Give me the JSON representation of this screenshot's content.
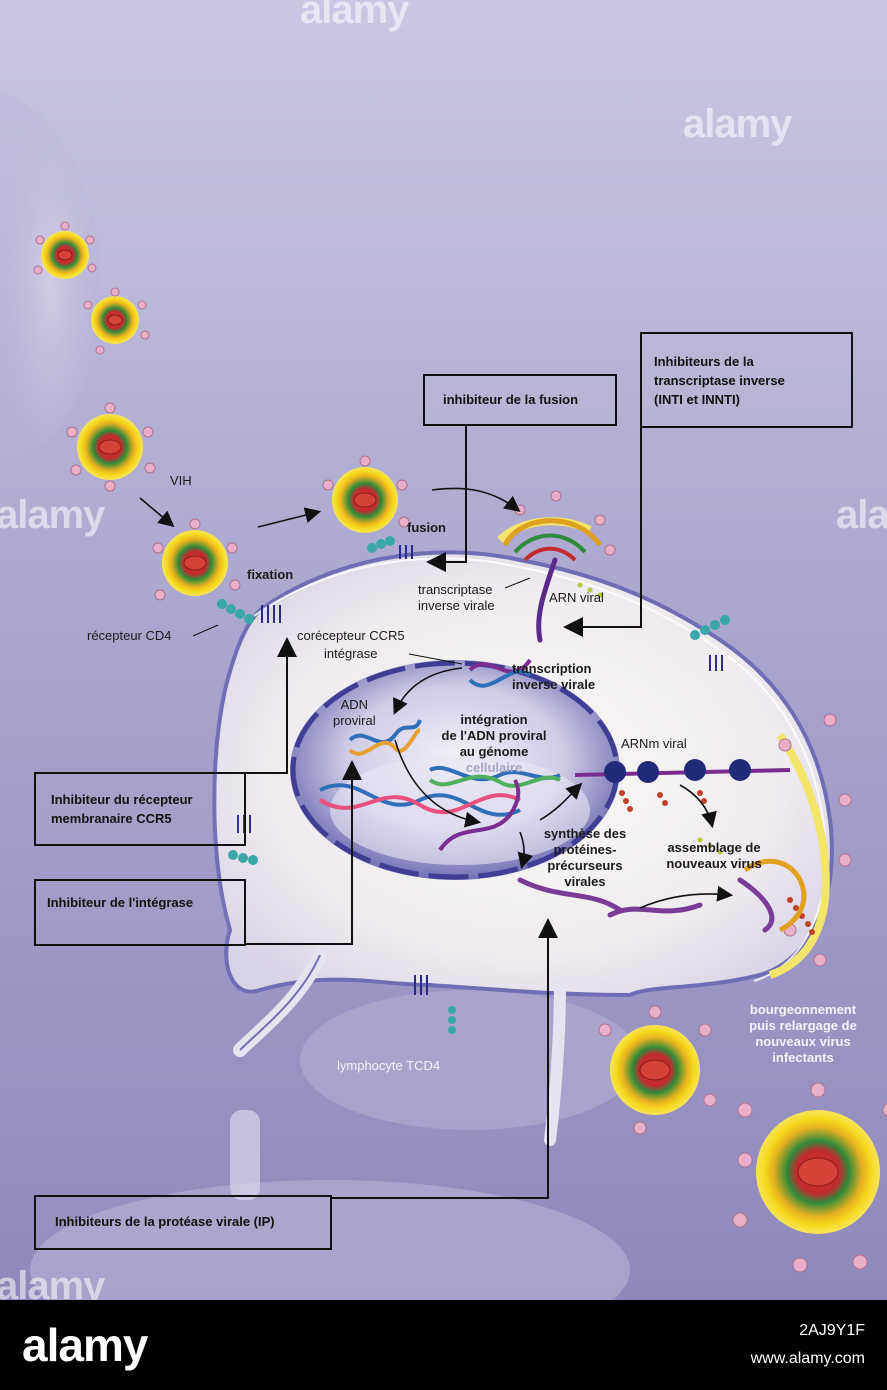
{
  "boxes": {
    "fusion_inhibitor": "inhibiteur de la fusion",
    "rt_inhibitor_line1": "Inhibiteurs de la",
    "rt_inhibitor_line2": "transcriptase inverse",
    "rt_inhibitor_line3": "(INTI et INNTI)",
    "ccr5_inhibitor_line1": "Inhibiteur du récepteur",
    "ccr5_inhibitor_line2": "membranaire CCR5",
    "integrase_inhibitor": "Inhibiteur de l'intégrase",
    "protease_inhibitor": "Inhibiteurs de la protéase virale (IP)"
  },
  "labels": {
    "vih": "VIH",
    "fixation": "fixation",
    "fusion": "fusion",
    "cd4_receptor": "récepteur CD4",
    "ccr5_coreceptor": "corécepteur CCR5",
    "integrase": "intégrase",
    "rt_line1": "transcriptase",
    "rt_line2": "inverse virale",
    "viral_rna": "ARN viral",
    "reverse_transcription_line1": "transcription",
    "reverse_transcription_line2": "inverse virale",
    "proviral_dna_line1": "ADN",
    "proviral_dna_line2": "proviral",
    "integration_line1": "intégration",
    "integration_line2": "de l'ADN proviral",
    "integration_line3": "au génome",
    "integration_line4": "cellulaire",
    "viral_mrna": "ARNm viral",
    "synthesis_line1": "synthèse des",
    "synthesis_line2": "protéines-",
    "synthesis_line3": "précurseurs",
    "synthesis_line4": "virales",
    "assembly_line1": "assemblage de",
    "assembly_line2": "nouveaux virus",
    "budding_line1": "bourgeonnement",
    "budding_line2": "puis relargage de",
    "budding_line3": "nouveaux virus",
    "budding_line4": "infectants",
    "cell": "lymphocyte TCD4"
  },
  "watermark": {
    "text": "alamy",
    "image_code": "2AJ9Y1F",
    "url": "www.alamy.com"
  },
  "colors": {
    "background": "#a9a4c9",
    "cell": "#ece8f2",
    "nucleus": "#6f6cb8",
    "virus_envelope": "#f2d21a",
    "virus_core": "#c0242e"
  }
}
